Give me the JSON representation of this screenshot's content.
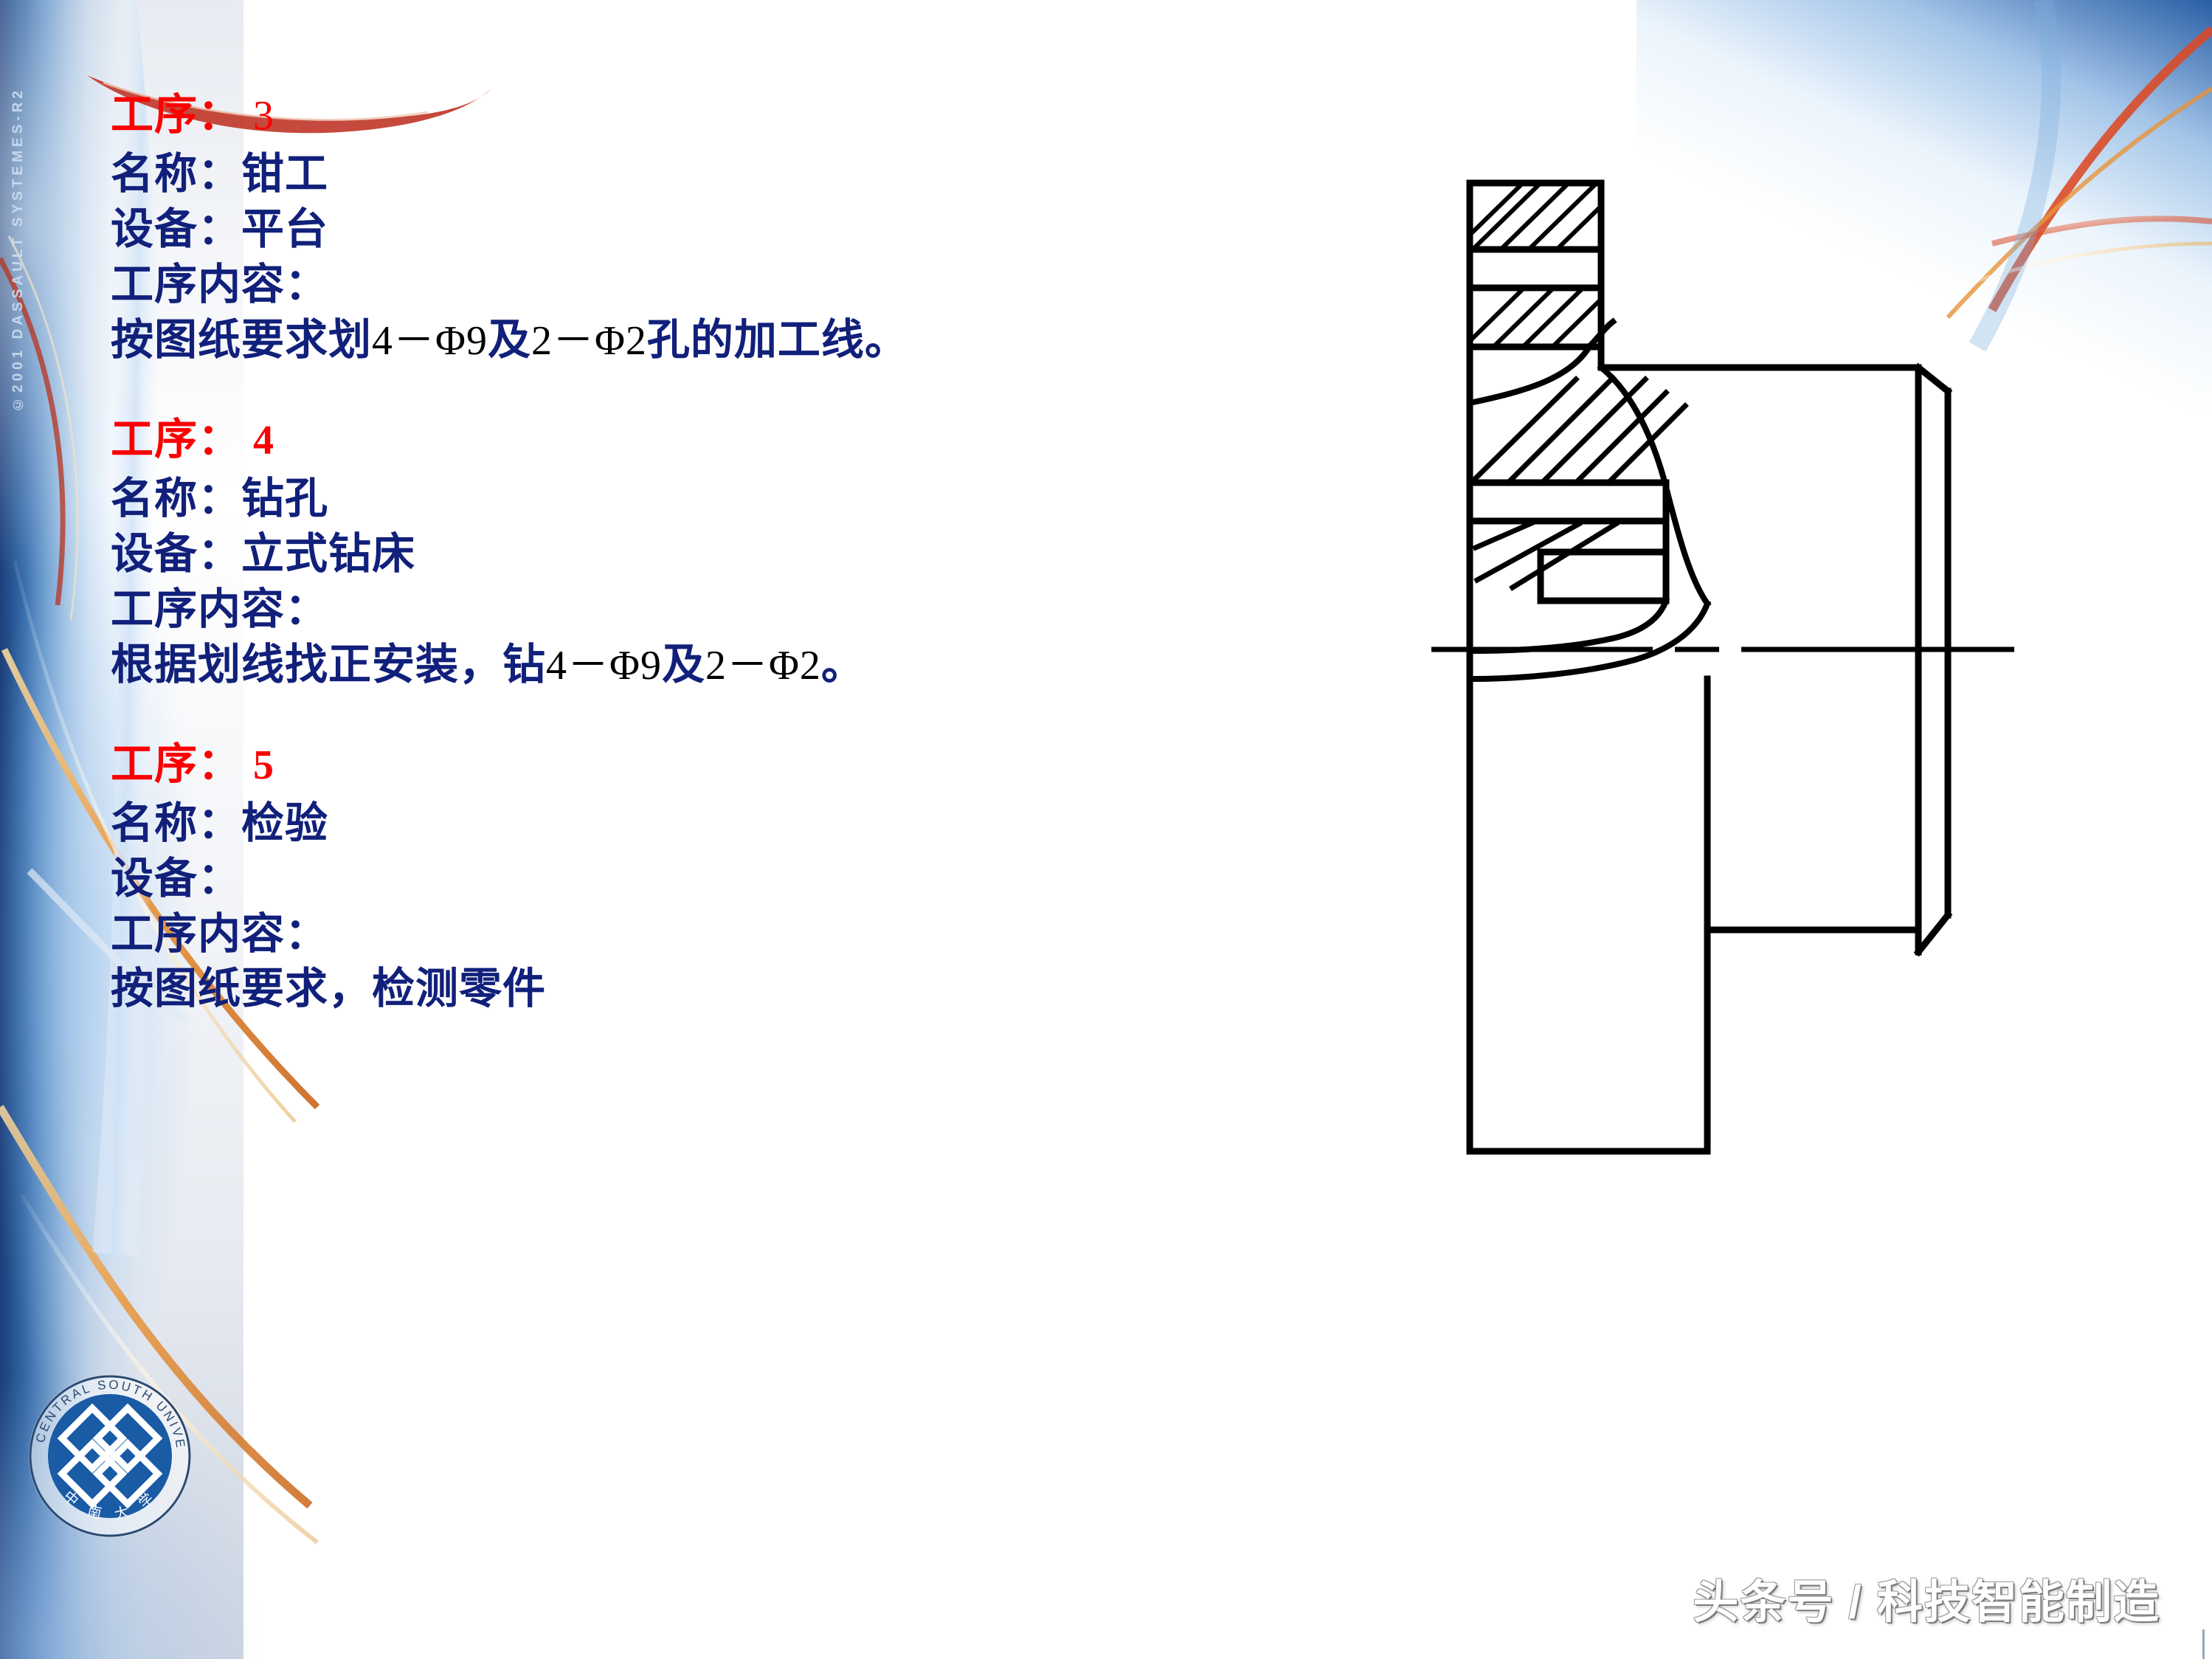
{
  "slide": {
    "vertical_copyright": "©2001 DASSAULT SYSTEMES-R2",
    "watermark": "头条号 / 科技智能制造",
    "accent_red": "#fb0000",
    "text_blue": "#11207a",
    "logo_blue": "#1a5ba6"
  },
  "logo": {
    "arc_top": "CENTRAL SOUTH UNIVERSITY",
    "arc_bottom": "中 南 大 学",
    "name": "central-south-university-seal"
  },
  "processes": [
    {
      "heading_label": "工序：",
      "heading_number": "3",
      "name_label": "名称：",
      "name_value": "钳工",
      "equip_label": "设备：",
      "equip_value": "平台",
      "content_label": "工序内容：",
      "content_pre": "按图纸要求划",
      "content_dim1": "4－Φ9",
      "content_mid": "及",
      "content_dim2": "2－Φ2",
      "content_post": "孔的加工线。"
    },
    {
      "heading_label": "工序：",
      "heading_number": "4",
      "name_label": "名称：",
      "name_value": "钻孔",
      "equip_label": "设备：",
      "equip_value": "立式钻床",
      "content_label": "工序内容：",
      "content_pre": "根据划线找正安装，钻",
      "content_dim1": "4－Φ9",
      "content_mid": "及",
      "content_dim2": "2－Φ2",
      "content_post": "。"
    },
    {
      "heading_label": "工序：",
      "heading_number": "5",
      "name_label": "名称：",
      "name_value": "检验",
      "equip_label": "设备：",
      "equip_value": "",
      "content_label": "工序内容：",
      "content_pre": "按图纸要求，检测零件",
      "content_dim1": "",
      "content_mid": "",
      "content_dim2": "",
      "content_post": ""
    }
  ],
  "drawing": {
    "name": "flange-section-view",
    "description": "剖视图 零件轮廓"
  }
}
